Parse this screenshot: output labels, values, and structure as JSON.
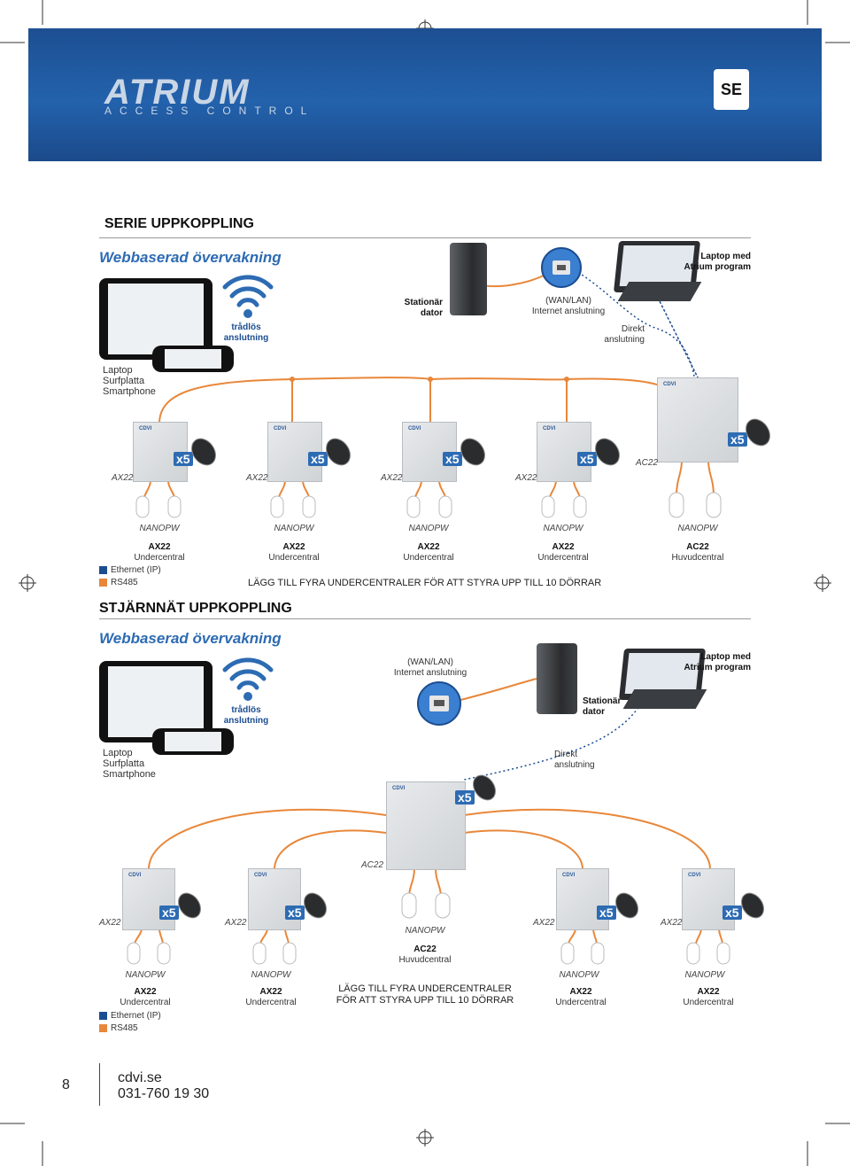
{
  "header": {
    "logo_main": "ATRIUM",
    "logo_sub": "ACCESS CONTROL",
    "lang_badge": "SE",
    "banner_color": "#1f5aa3"
  },
  "serie": {
    "title": "SERIE UPPKOPPLING",
    "subtitle": "Webbaserad övervakning",
    "wireless": "trådlös\nanslutning",
    "stationary_pc": "Stationär\ndator",
    "wan": "(WAN/LAN)\nInternet anslutning",
    "direct": "Direkt\nanslutning",
    "laptop_atrium": "Laptop med\nAtrium program",
    "devices": "Laptop\nSurfplatta\nSmartphone",
    "x5": "x5",
    "ac22_short": "AC22",
    "ax22_short": "AX22",
    "nanopw": "NANOPW",
    "units": [
      {
        "name": "AX22",
        "role": "Undercentral"
      },
      {
        "name": "AX22",
        "role": "Undercentral"
      },
      {
        "name": "AX22",
        "role": "Undercentral"
      },
      {
        "name": "AX22",
        "role": "Undercentral"
      },
      {
        "name": "AC22",
        "role": "Huvudcentral"
      }
    ],
    "legend_ethernet": "Ethernet (IP)",
    "legend_rs485": "RS485",
    "note": "LÄGG TILL FYRA UNDERCENTRALER FÖR ATT STYRA UPP TILL 10 DÖRRAR"
  },
  "star": {
    "title": "STJÄRNNÄT UPPKOPPLING",
    "subtitle": "Webbaserad övervakning",
    "wan": "(WAN/LAN)\nInternet anslutning",
    "laptop_atrium": "Laptop med\nAtrium program",
    "wireless": "trådlös\nanslutning",
    "stationary_pc": "Stationär\ndator",
    "devices": "Laptop\nSurfplatta\nSmartphone",
    "direct": "Direkt\nanslutning",
    "x5": "x5",
    "ac22_short": "AC22",
    "ax22_short": "AX22",
    "nanopw": "NANOPW",
    "main_unit": {
      "name": "AC22",
      "role": "Huvudcentral"
    },
    "sub_units": [
      {
        "name": "AX22",
        "role": "Undercentral"
      },
      {
        "name": "AX22",
        "role": "Undercentral"
      },
      {
        "name": "AX22",
        "role": "Undercentral"
      },
      {
        "name": "AX22",
        "role": "Undercentral"
      }
    ],
    "note": "LÄGG TILL FYRA UNDERCENTRALER\nFÖR ATT STYRA UPP TILL 10 DÖRRAR",
    "legend_ethernet": "Ethernet (IP)",
    "legend_rs485": "RS485"
  },
  "colors": {
    "ethernet": "#1c4d91",
    "rs485": "#e8873a"
  },
  "footer": {
    "page_number": "8",
    "site": "cdvi.se",
    "phone": "031-760 19 30"
  }
}
